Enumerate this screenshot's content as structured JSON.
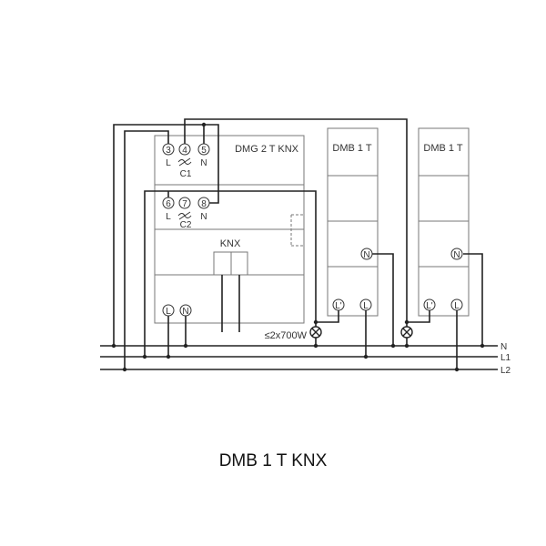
{
  "devices": {
    "dmg": {
      "title": "DMG 2 T KNX",
      "terminals": [
        "3",
        "4",
        "5",
        "6",
        "7",
        "8"
      ],
      "c1_labels": [
        "L",
        "N"
      ],
      "c1": "C1",
      "c2_labels": [
        "L",
        "N"
      ],
      "c2": "C2",
      "knx": "KNX",
      "supply": [
        "L",
        "N"
      ]
    },
    "dmb1": {
      "title": "DMB 1 T",
      "n": "N",
      "lprime": "L'",
      "l": "L"
    },
    "dmb2": {
      "title": "DMB 1 T",
      "n": "N",
      "lprime": "L'",
      "l": "L"
    }
  },
  "load": "≤2x700W",
  "bus_lines": [
    "N",
    "L1",
    "L2"
  ],
  "caption": "DMB 1 T KNX"
}
